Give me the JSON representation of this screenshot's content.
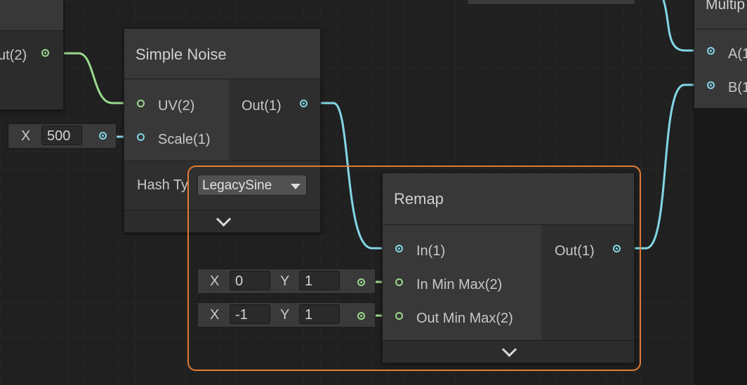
{
  "left_node": {
    "output_label": "ut(2)"
  },
  "simple_noise": {
    "title": "Simple Noise",
    "inputs": [
      "UV(2)",
      "Scale(1)"
    ],
    "output": "Out(1)",
    "hash_label": "Hash Ty",
    "hash_value": "LegacySine"
  },
  "scale_field": {
    "axis": "X",
    "value": "500"
  },
  "remap": {
    "title": "Remap",
    "inputs": [
      "In(1)",
      "In Min Max(2)",
      "Out Min Max(2)"
    ],
    "output": "Out(1)"
  },
  "in_min_max": {
    "x_label": "X",
    "x": "0",
    "y_label": "Y",
    "y": "1"
  },
  "out_min_max": {
    "x_label": "X",
    "x": "-1",
    "y_label": "Y",
    "y": "1"
  },
  "multiply": {
    "title": "Multip",
    "inputs": [
      "A(1",
      "B(1"
    ]
  },
  "colors": {
    "vector2_port": "#9ad98d",
    "float_port": "#84d6e6",
    "selection_highlight": "#e47b35",
    "background": "#202020"
  },
  "icons": [
    "chevron-down-icon",
    "dropdown-triangle-icon"
  ]
}
